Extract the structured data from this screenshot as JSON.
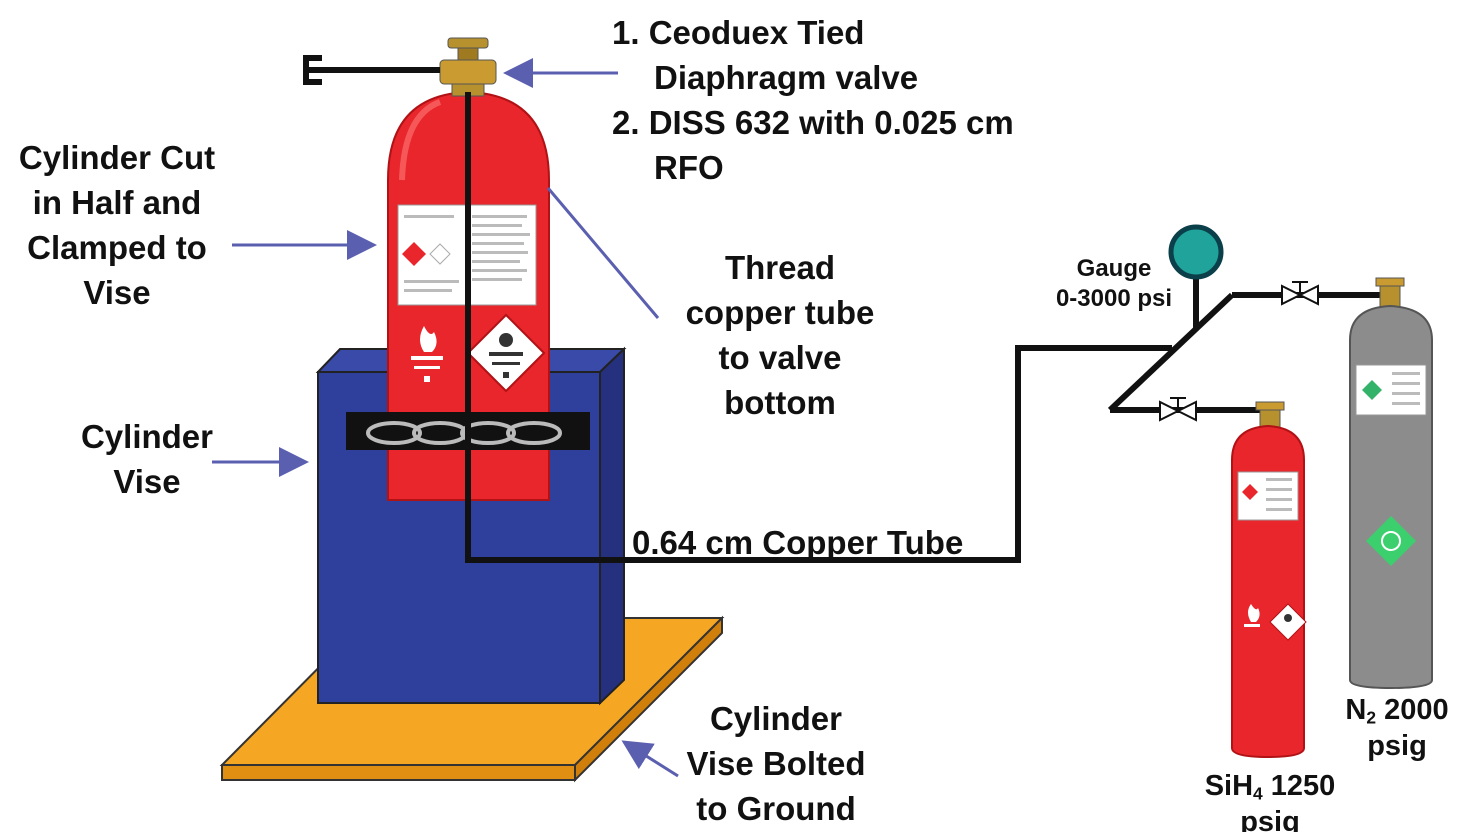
{
  "callouts": {
    "valve_1": "1. Ceoduex Tied",
    "valve_1b": "Diaphragm valve",
    "valve_2": "2. DISS 632 with 0.025 cm",
    "valve_2b": "RFO",
    "cut": [
      "Cylinder Cut",
      "in Half and",
      "Clamped to",
      "Vise"
    ],
    "vise": [
      "Cylinder",
      "Vise"
    ],
    "thread": [
      "Thread",
      "copper tube",
      "to valve",
      "bottom"
    ],
    "bolted": [
      "Cylinder",
      "Vise Bolted",
      "to Ground"
    ],
    "tube": "0.64 cm Copper Tube",
    "gauge": [
      "Gauge",
      "0-3000 psi"
    ],
    "n2": {
      "formula": "N",
      "sub": "2",
      "rest": " 2000",
      "line2": "psig"
    },
    "sih4": {
      "formula": "SiH",
      "sub": "4",
      "rest": " 1250",
      "line2": "psig"
    }
  },
  "colors": {
    "cylinder_red": "#e8262b",
    "vise_blue": "#2f3f9c",
    "base_orange": "#f5a623",
    "n2_gray": "#8c8c8c",
    "gauge_teal": "#1fa39a",
    "arrow_purple": "#5b5fb0",
    "brass": "#b8912f"
  },
  "icons": [
    "flame-icon",
    "toxic-diamond-icon",
    "hazard-diamond-icon",
    "globe-icon",
    "valve-icon",
    "gauge-icon"
  ]
}
